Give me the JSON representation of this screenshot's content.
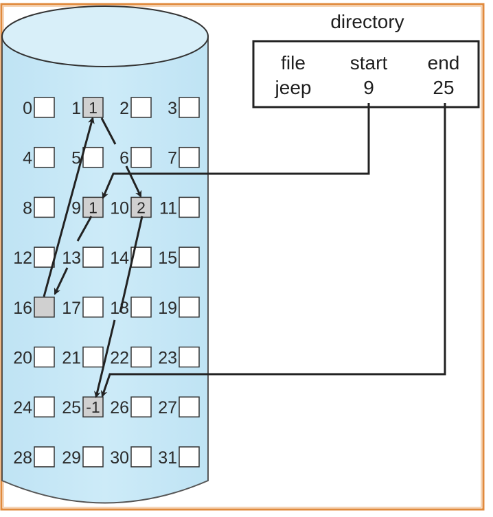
{
  "colors": {
    "frame": "#e08a3c",
    "disk_fill": "#c8e8f6",
    "disk_top": "#d6eef9",
    "block_free": "#ffffff",
    "block_used": "#d0d0d0",
    "stroke": "#222222"
  },
  "directory": {
    "title": "directory",
    "headers": [
      "file",
      "start",
      "end"
    ],
    "rows": [
      {
        "file": "jeep",
        "start": "9",
        "end": "25"
      }
    ]
  },
  "disk": {
    "columns": 4,
    "blocks": [
      {
        "n": "0",
        "v": ""
      },
      {
        "n": "1",
        "v": "1"
      },
      {
        "n": "2",
        "v": ""
      },
      {
        "n": "3",
        "v": ""
      },
      {
        "n": "4",
        "v": ""
      },
      {
        "n": "5",
        "v": ""
      },
      {
        "n": "6",
        "v": ""
      },
      {
        "n": "7",
        "v": ""
      },
      {
        "n": "8",
        "v": ""
      },
      {
        "n": "9",
        "v": "1"
      },
      {
        "n": "10",
        "v": "2"
      },
      {
        "n": "11",
        "v": ""
      },
      {
        "n": "12",
        "v": ""
      },
      {
        "n": "13",
        "v": ""
      },
      {
        "n": "14",
        "v": ""
      },
      {
        "n": "15",
        "v": ""
      },
      {
        "n": "16",
        "v": "",
        "used": true
      },
      {
        "n": "17",
        "v": ""
      },
      {
        "n": "18",
        "v": ""
      },
      {
        "n": "19",
        "v": ""
      },
      {
        "n": "20",
        "v": ""
      },
      {
        "n": "21",
        "v": ""
      },
      {
        "n": "22",
        "v": ""
      },
      {
        "n": "23",
        "v": ""
      },
      {
        "n": "24",
        "v": ""
      },
      {
        "n": "25",
        "v": "-1"
      },
      {
        "n": "26",
        "v": ""
      },
      {
        "n": "27",
        "v": ""
      },
      {
        "n": "28",
        "v": ""
      },
      {
        "n": "29",
        "v": ""
      },
      {
        "n": "30",
        "v": ""
      },
      {
        "n": "31",
        "v": ""
      }
    ],
    "chain": [
      "9",
      "16",
      "1",
      "10",
      "25"
    ]
  }
}
